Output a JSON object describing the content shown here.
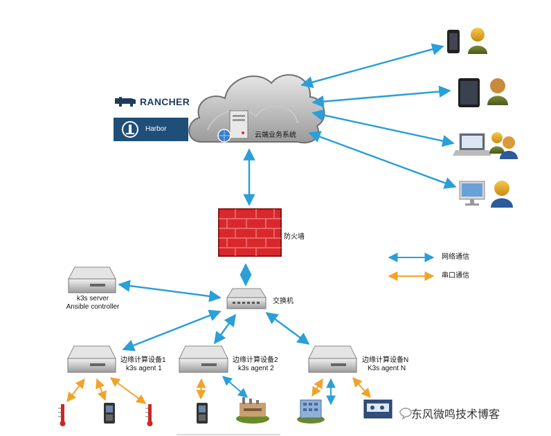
{
  "cloud_label": "云端业务系统",
  "logos": {
    "rancher": "RANCHER",
    "harbor": "Harbor"
  },
  "firewall_label": "防火墙",
  "switch_label": "交换机",
  "legend": {
    "network": {
      "label": "网络通信",
      "color": "#2a9fd8"
    },
    "serial": {
      "label": "串口通信",
      "color": "#f0a32a"
    }
  },
  "server": {
    "line1": "k3s  server",
    "line2": "Ansible controller"
  },
  "edge_devices": [
    {
      "line1": "边缘计算设备1",
      "line2": "k3s agent 1"
    },
    {
      "line1": "边缘计算设备2",
      "line2": "k3s agent 2"
    },
    {
      "line1": "边缘计算设备N",
      "line2": "K3s agent N"
    }
  ],
  "clients": [
    "smartphone-user",
    "tablet-user",
    "laptop-users",
    "desktop-user"
  ],
  "peripherals": [
    "thermometer",
    "phone",
    "thermometer",
    "phone",
    "factory",
    "building",
    "control-panel"
  ],
  "watermark": "东风微鸣技术博客"
}
